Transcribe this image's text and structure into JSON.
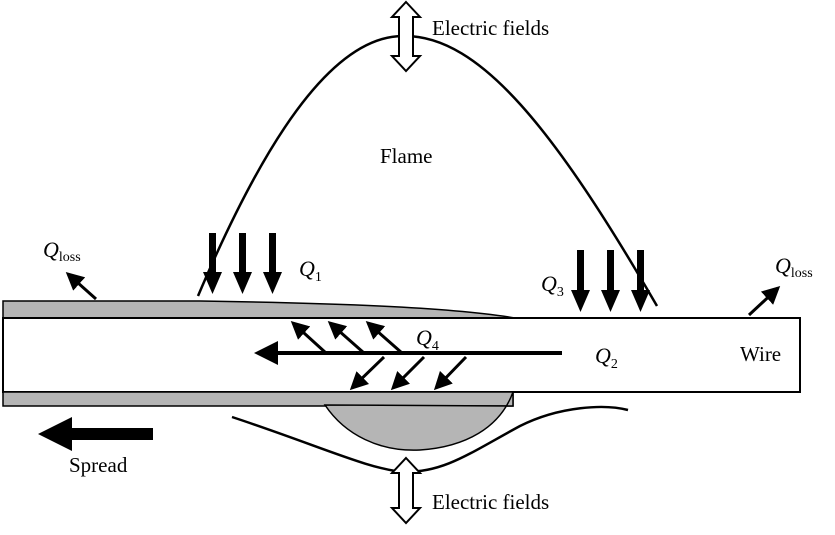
{
  "labels": {
    "electric_fields_top": "Electric fields",
    "electric_fields_bottom": "Electric fields",
    "flame": "Flame",
    "wire": "Wire",
    "spread": "Spread",
    "q1": {
      "symbol": "Q",
      "sub": "1"
    },
    "q2": {
      "symbol": "Q",
      "sub": "2"
    },
    "q3": {
      "symbol": "Q",
      "sub": "3"
    },
    "q4": {
      "symbol": "Q",
      "sub": "4"
    },
    "q_loss_left": {
      "symbol": "Q",
      "sub": "loss"
    },
    "q_loss_right": {
      "symbol": "Q",
      "sub": "loss"
    }
  },
  "colors": {
    "stroke": "#000000",
    "insulation": "#b5b5b5",
    "wire_fill": "#ffffff"
  }
}
